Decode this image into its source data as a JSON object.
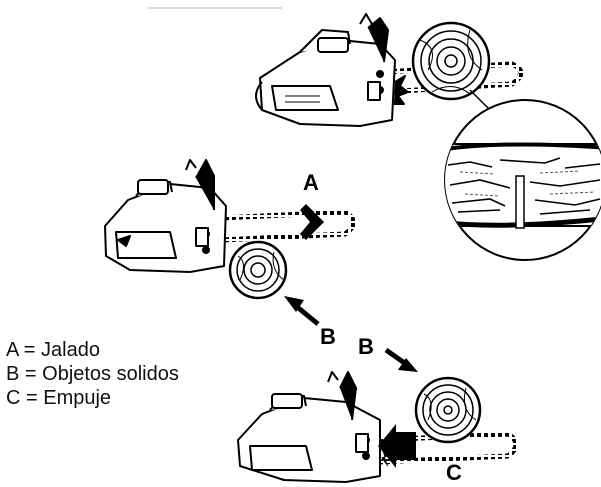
{
  "labels": {
    "a": "A",
    "b_left": "B",
    "b_right": "B",
    "c": "C"
  },
  "legend": {
    "line1": "A = Jalado",
    "line2": "B = Objetos solidos",
    "line3": "C = Empuje"
  },
  "colors": {
    "ink": "#000000",
    "paper": "#ffffff",
    "grey": "#cfcfcf"
  }
}
